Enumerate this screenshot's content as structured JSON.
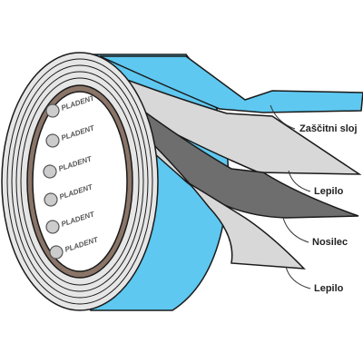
{
  "diagram": {
    "layers": [
      {
        "label": "Zaščitni sloj"
      },
      {
        "label": "Lepilo"
      },
      {
        "label": "Nosilec"
      },
      {
        "label": "Lepilo"
      }
    ],
    "brand_mark": "PLADENT",
    "brand_mark_count": 6,
    "colors": {
      "protective_layer": "#5ec8f0",
      "adhesive": "#d8d8d8",
      "carrier": "#6e6e6e",
      "core": "#8a7568",
      "leader": "#333333"
    }
  }
}
